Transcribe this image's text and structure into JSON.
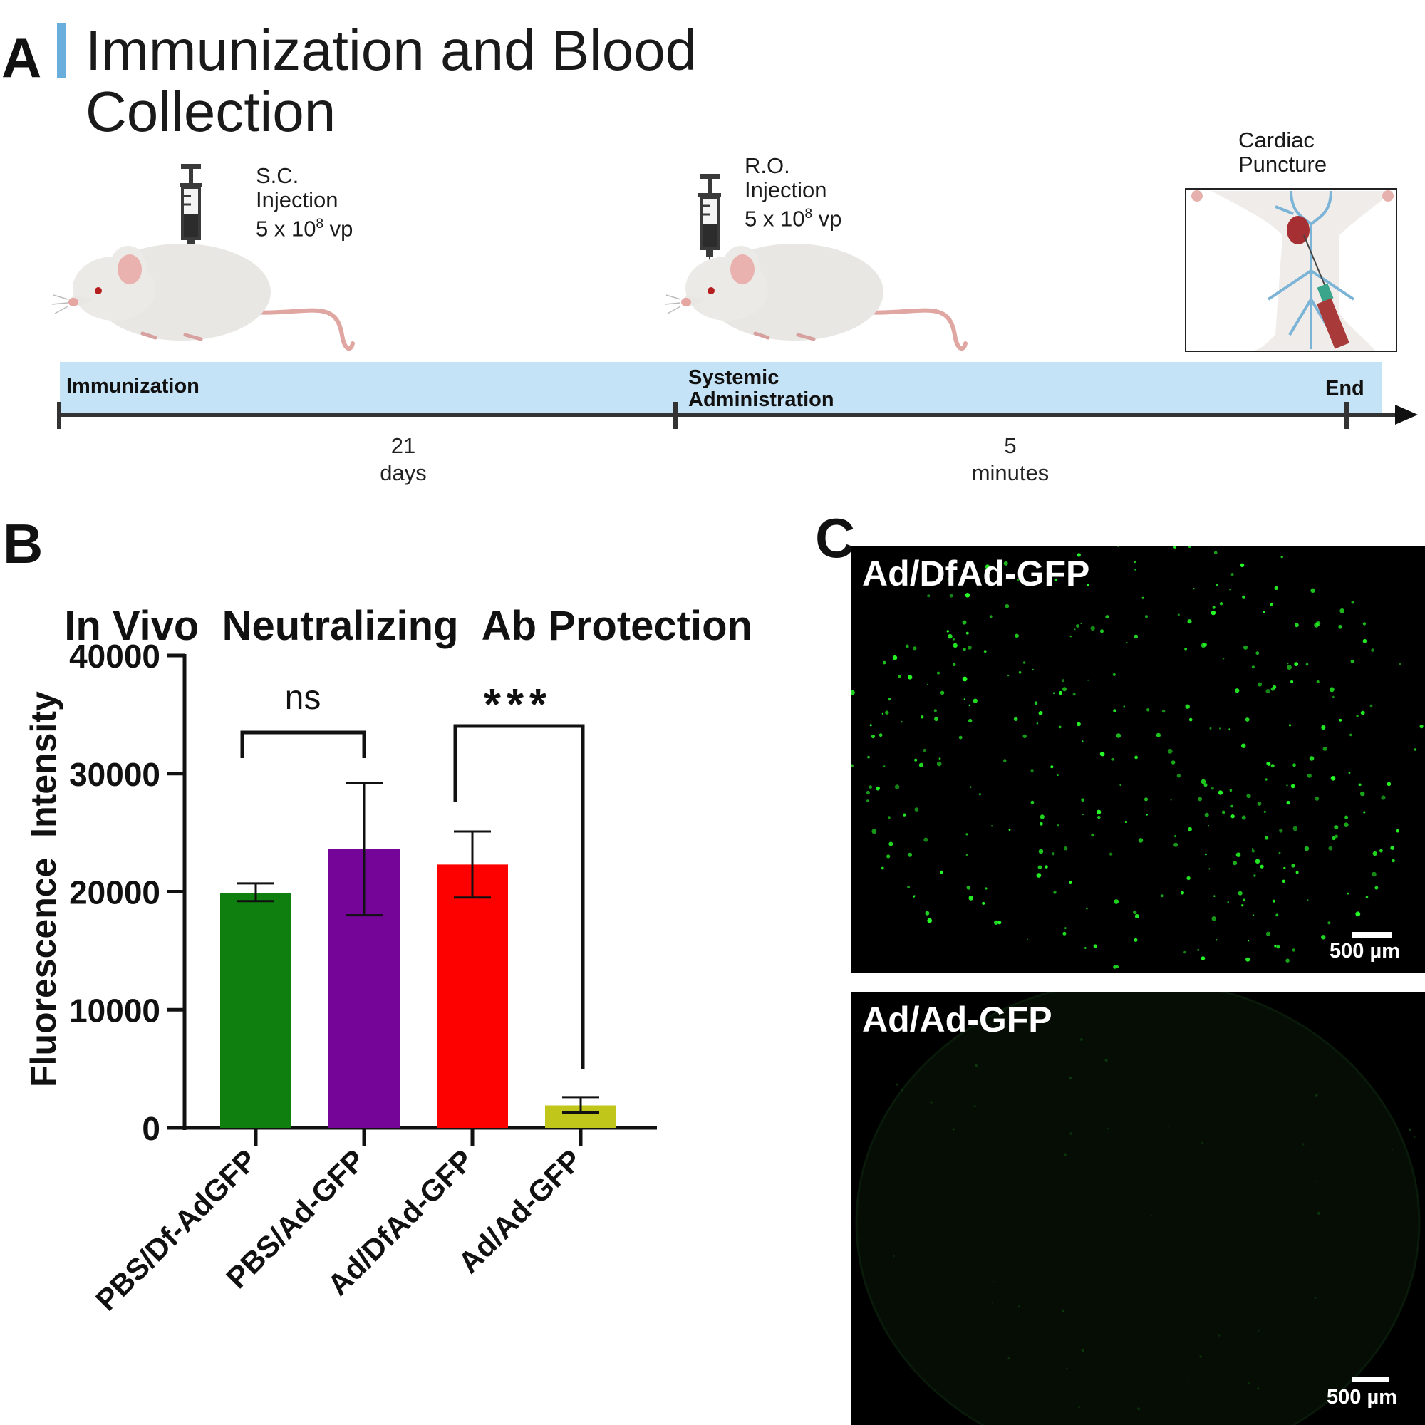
{
  "panel_a": {
    "letter": "A",
    "title_lines": [
      "Immunization and Blood",
      "Collection"
    ],
    "accent_color": "#6aaedb",
    "band_color": "#c5e3f6",
    "step1_note": [
      "S.C.",
      "Injection",
      "5 x 10",
      "8",
      " vp"
    ],
    "step2_note": [
      "R.O.",
      "Injection",
      "5 x 10",
      "8",
      " vp"
    ],
    "step3_note": [
      "Cardiac",
      "Puncture"
    ],
    "timeline": {
      "start_label": "Immunization",
      "mid_label_lines": [
        "Systemic",
        "Administration"
      ],
      "end_label": "End",
      "interval1": [
        "21",
        "days"
      ],
      "interval2": [
        "5",
        "minutes"
      ]
    },
    "icons": [
      "syringe-icon",
      "mouse-icon",
      "syringe-icon",
      "mouse-icon",
      "cardiac-puncture-icon"
    ]
  },
  "panel_b": {
    "letter": "B"
  },
  "chart_data": {
    "type": "bar",
    "title_words": [
      "In Vivo",
      "Neutralizing",
      "Ab Protection"
    ],
    "ylabel_words": [
      "Fluorescence",
      "Intensity"
    ],
    "xlabel": "",
    "categories": [
      "PBS/Df-AdGFP",
      "PBS/Ad-GFP",
      "Ad/DfAd-GFP",
      "Ad/Ad-GFP"
    ],
    "values": [
      19900,
      23600,
      22300,
      1900
    ],
    "error_low": [
      19200,
      18000,
      19500,
      1300
    ],
    "error_high": [
      20700,
      29200,
      25100,
      2600
    ],
    "colors": [
      "#0f7f0f",
      "#750499",
      "#fd0000",
      "#c1c61a"
    ],
    "ylim": [
      0,
      40000
    ],
    "yticks": [
      0,
      10000,
      20000,
      30000,
      40000
    ],
    "ytick_labels": [
      "0",
      "10000",
      "20000",
      "30000",
      "40000"
    ],
    "grid": false,
    "legend": "none",
    "significance": [
      {
        "from": 0,
        "to": 1,
        "label": "ns"
      },
      {
        "from": 2,
        "to": 3,
        "label": "***"
      }
    ]
  },
  "panel_c": {
    "letter": "C",
    "images": [
      {
        "label": "Ad/DfAd-GFP",
        "scale_label": "500 µm",
        "signal": "high",
        "dot_color": "#27ff27"
      },
      {
        "label": "Ad/Ad-GFP",
        "scale_label": "500 µm",
        "signal": "low",
        "dot_color": "#0d3a0d"
      }
    ]
  }
}
